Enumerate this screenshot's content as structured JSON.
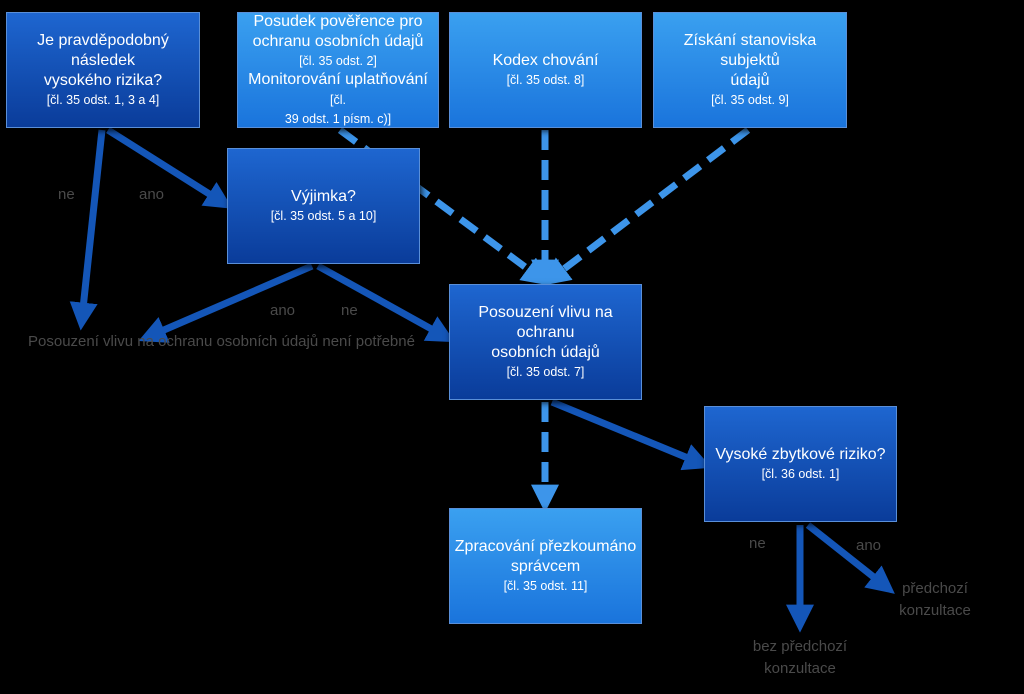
{
  "colors": {
    "dark_box": "#0a3c9a",
    "light_box": "#1a74dc",
    "arrow_dark": "#1456b8",
    "arrow_light": "#3d95ea",
    "label_text": "#4a4a4a"
  },
  "nodes": {
    "likely_risk": {
      "line1": "Je pravděpodobný následek",
      "line2": "vysokého rizika?",
      "ref": "[čl. 35 odst. 1, 3 a 4]"
    },
    "dpo_opinion": {
      "line1": "Posudek pověřence pro",
      "line2": "ochranu osobních údajů",
      "ref1": "[čl. 35 odst. 2]",
      "line3": "Monitorování uplatňování",
      "ref2a": "[čl.",
      "ref2b": "39 odst. 1 písm. c)]"
    },
    "code_of_conduct": {
      "line1": "Kodex chování",
      "ref": "[čl. 35 odst. 8]"
    },
    "subjects_view": {
      "line1": "Získání stanoviska subjektů",
      "line2": "údajů",
      "ref": "[čl. 35 odst. 9]"
    },
    "exception": {
      "line1": "Výjimka?",
      "ref": "[čl. 35 odst. 5 a 10]"
    },
    "dpia": {
      "line1": "Posouzení vlivu na ochranu",
      "line2": "osobních údajů",
      "ref": "[čl. 35 odst. 7]"
    },
    "residual_risk": {
      "line1": "Vysoké zbytkové riziko?",
      "ref": "[čl. 36 odst. 1]"
    },
    "review": {
      "line1": "Zpracování  přezkoumáno",
      "line2": "správcem",
      "ref": "[čl. 35 odst. 11]"
    }
  },
  "labels": {
    "no1": "ne",
    "yes1": "ano",
    "yes2": "ano",
    "no2": "ne",
    "no3": "ne",
    "yes3": "ano",
    "not_needed": "Posouzení vlivu na ochranu osobních údajů není potřebné",
    "prior_consult_a": "předchozí",
    "prior_consult_b": "konzultace",
    "no_prior_a": "bez předchozí",
    "no_prior_b": "konzultace"
  }
}
